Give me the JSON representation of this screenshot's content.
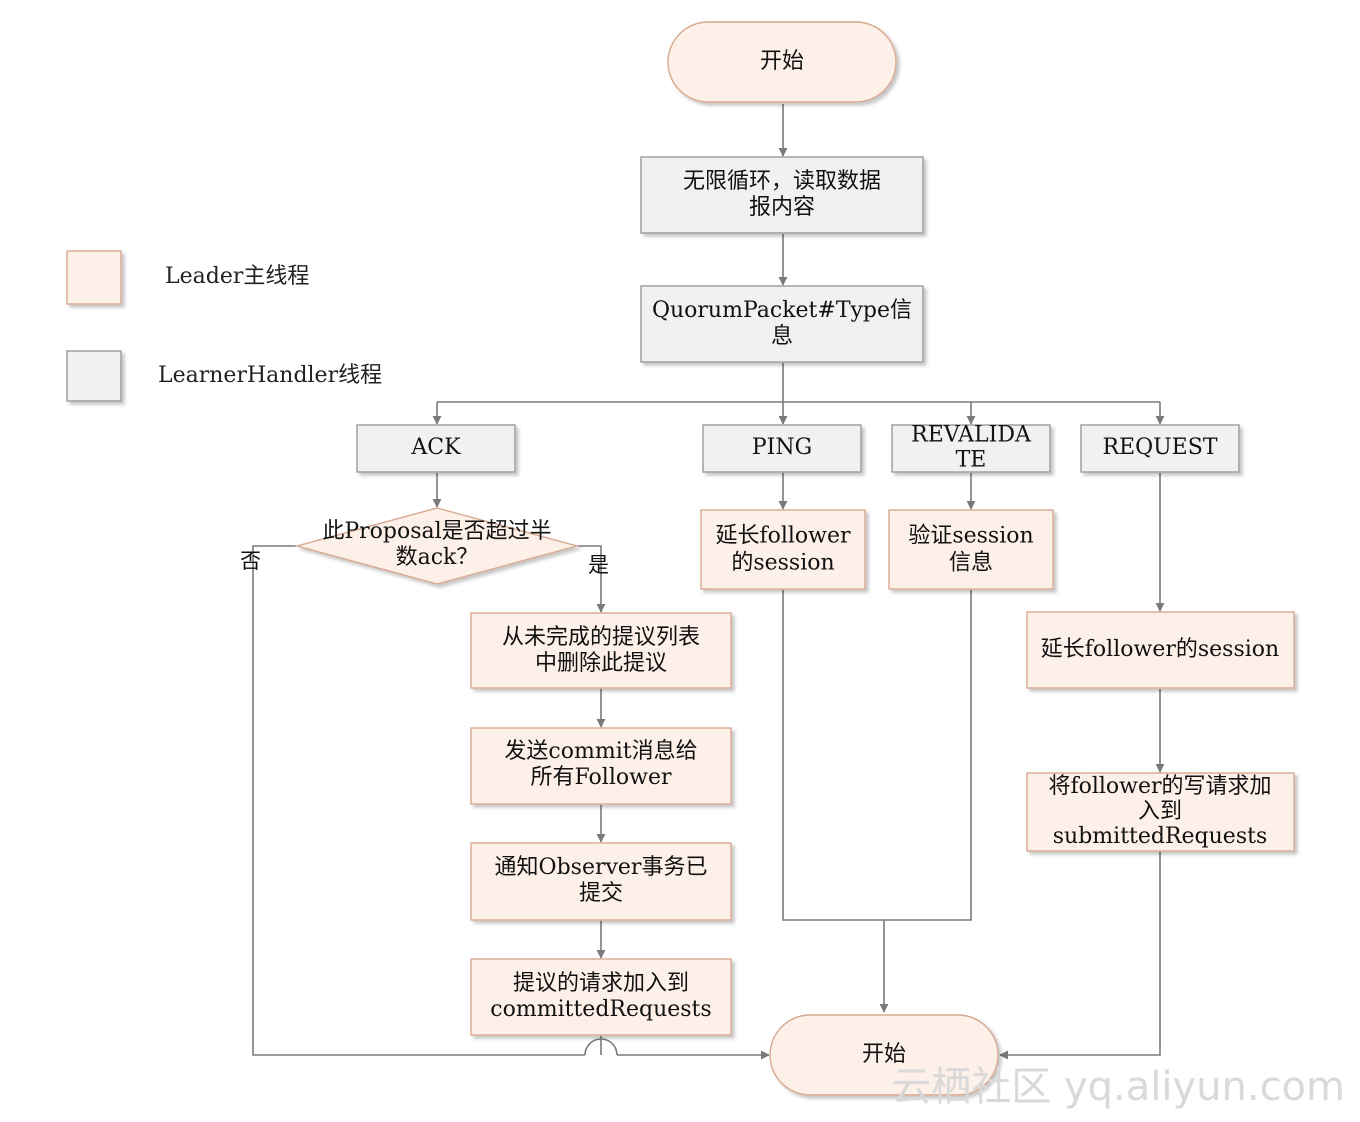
{
  "colors": {
    "leader_fill": "#fdf0e8",
    "leader_stroke": "#d8a890",
    "learner_fill": "#f1f1f1",
    "learner_stroke": "#9a9a9a",
    "edge": "#7a7a7a"
  },
  "legend": {
    "leader_label": "Leader主线程",
    "learner_label": "LearnerHandler线程"
  },
  "nodes": {
    "start": {
      "lines": [
        "开始"
      ]
    },
    "loop": {
      "lines": [
        "无限循环，读取数据",
        "报内容"
      ]
    },
    "type": {
      "lines": [
        "QuorumPacket#Type信",
        "息"
      ]
    },
    "ack": {
      "lines": [
        "ACK"
      ]
    },
    "ping": {
      "lines": [
        "PING"
      ]
    },
    "revalidate": {
      "lines": [
        "REVALIDA",
        "TE"
      ]
    },
    "request": {
      "lines": [
        "REQUEST"
      ]
    },
    "decision": {
      "lines": [
        "此Proposal是否超过半",
        "数ack？"
      ]
    },
    "remove": {
      "lines": [
        "从未完成的提议列表",
        "中删除此提议"
      ]
    },
    "commit": {
      "lines": [
        "发送commit消息给",
        "所有Follower"
      ]
    },
    "observer": {
      "lines": [
        "通知Observer事务已",
        "提交"
      ]
    },
    "committed": {
      "lines": [
        "提议的请求加入到",
        "committedRequests"
      ]
    },
    "ping_session": {
      "lines": [
        "延长follower",
        "的session"
      ]
    },
    "validate": {
      "lines": [
        "验证session",
        "信息"
      ]
    },
    "req_session": {
      "lines": [
        "延长follower的session"
      ]
    },
    "submit": {
      "lines": [
        "将follower的写请求加",
        "入到",
        "submittedRequests"
      ]
    },
    "end": {
      "lines": [
        "开始"
      ]
    }
  },
  "branch_labels": {
    "no": "否",
    "yes": "是"
  },
  "watermark": "云栖社区 yq.aliyun.com"
}
